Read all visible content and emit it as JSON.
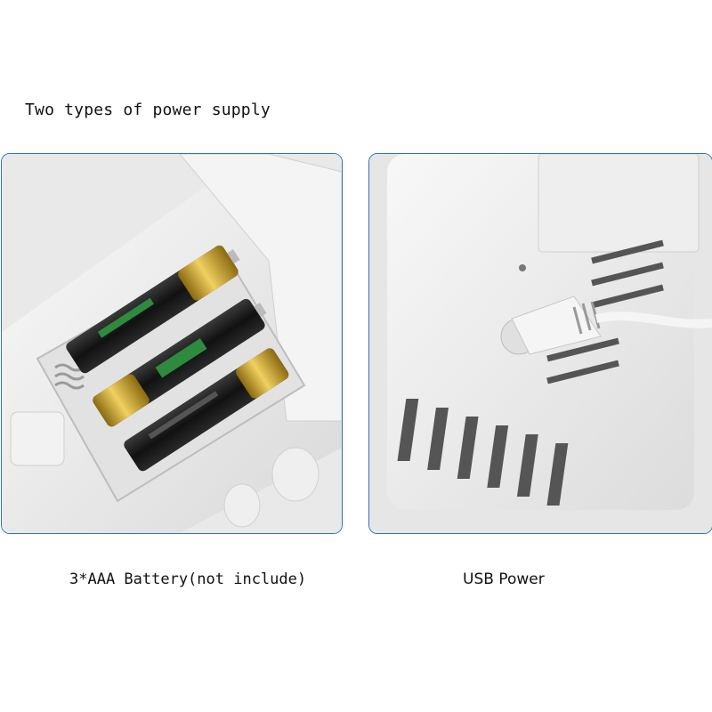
{
  "heading": "Two types of power supply",
  "panels": [
    {
      "caption": "3*AAA Battery(not include)"
    },
    {
      "caption": "USB Power"
    }
  ],
  "colors": {
    "frame": "#2f74b8",
    "device": "#f2f2f2",
    "battery_gold": "#c9a227",
    "battery_black": "#1a1a1a",
    "battery_green": "#2e8b3e"
  }
}
